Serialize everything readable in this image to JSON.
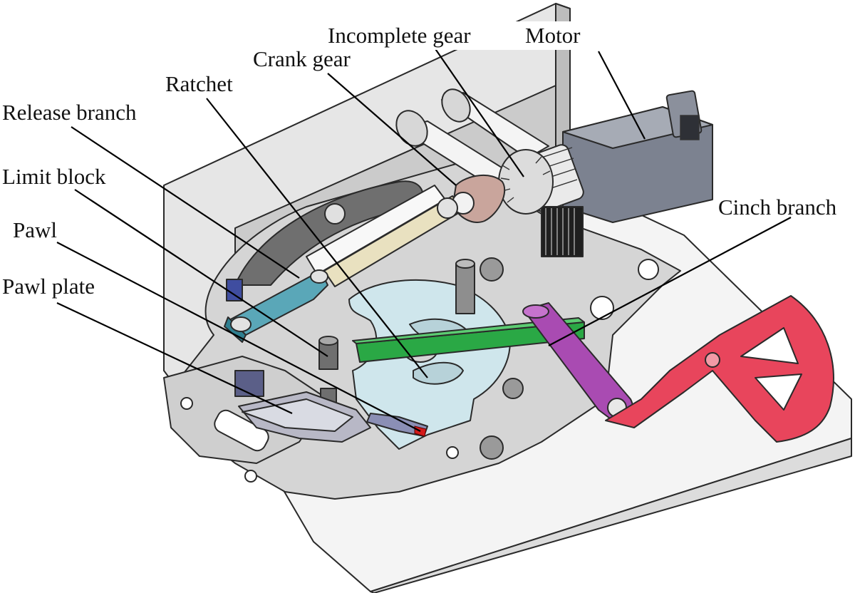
{
  "labels": {
    "incomplete_gear": "Incomplete gear",
    "motor": "Motor",
    "crank_gear": "Crank gear",
    "ratchet": "Ratchet",
    "release_branch": "Release branch",
    "limit_block": "Limit block",
    "pawl": "Pawl",
    "pawl_plate": "Pawl plate",
    "cinch_branch": "Cinch branch"
  },
  "colors": {
    "motor": "#7c8290",
    "crank_gear": "#c9a59c",
    "ratchet": "#cfe6ec",
    "release_branch": "#5aa7b8",
    "cinch_branch_green": "#2aa845",
    "cinch_branch_purple": "#a94bb2",
    "cinch_arm_red": "#e8455c",
    "pawl_red": "#d41a1a",
    "plate": "#d9d9d9",
    "bracket": "#c5c5c5"
  }
}
